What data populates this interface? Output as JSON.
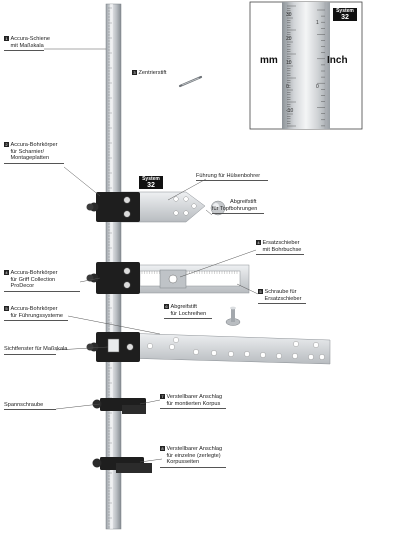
{
  "labels": {
    "l1_line1": "Accura-Schiene",
    "l1_line2": "mit Maßskala",
    "l1_num": "1",
    "l2_num": "2",
    "l2_line1": "Accura-Bohrkörper",
    "l2_line2": "für Scharnier/",
    "l2_line3": "Montageplatten",
    "l3_num": "3",
    "l3_text": "Zentrierstift",
    "l4_text": "Führung für Hülsenbohrer",
    "l5_line1": "Abgreifstift",
    "l5_line2": "für Topfbohrungen",
    "l6_num": "4",
    "l6_line1": "Ersatzschieber",
    "l6_line2": "mit Bohrbuchse",
    "l7_num": "4",
    "l7_line1": "Accura-Bohrkörper",
    "l7_line2": "für Griff Collection",
    "l7_line3": "ProDecor",
    "l8_num": "5",
    "l8_line1": "Schraube für",
    "l8_line2": "Ersatzschieber",
    "l9_num": "5",
    "l9_line1": "Accura-Bohrkörper",
    "l9_line2": "für Führungssysteme",
    "l10_num": "6",
    "l10_line1": "Abgreifstift",
    "l10_line2": "für Lochreihen",
    "l11_text": "Sichtfenster für Maßskala",
    "l12_text": "Spannschraube",
    "l13_num": "7",
    "l13_line1": "Verstellbarer Anschlag",
    "l13_line2": "für montierten Korpus",
    "l14_num": "8",
    "l14_line1": "Verstellbarer Anschlag",
    "l14_line2": "für einzelne (zerlegte)",
    "l14_line3": "Korpusseiten"
  },
  "inset": {
    "unit_left": "mm",
    "unit_right": "Inch",
    "ticks_left": [
      "30",
      "20",
      "10",
      "0",
      "-10"
    ],
    "ticks_right": [
      "1",
      "0"
    ],
    "badge_top": "System",
    "badge_bottom": "32"
  },
  "badge": {
    "top": "System",
    "bottom": "32"
  },
  "colors": {
    "rail": "#c9ccd0",
    "rail_dark": "#8d9298",
    "metal": "#d6d9dc",
    "block": "#1e1e1e",
    "line": "#555555"
  }
}
